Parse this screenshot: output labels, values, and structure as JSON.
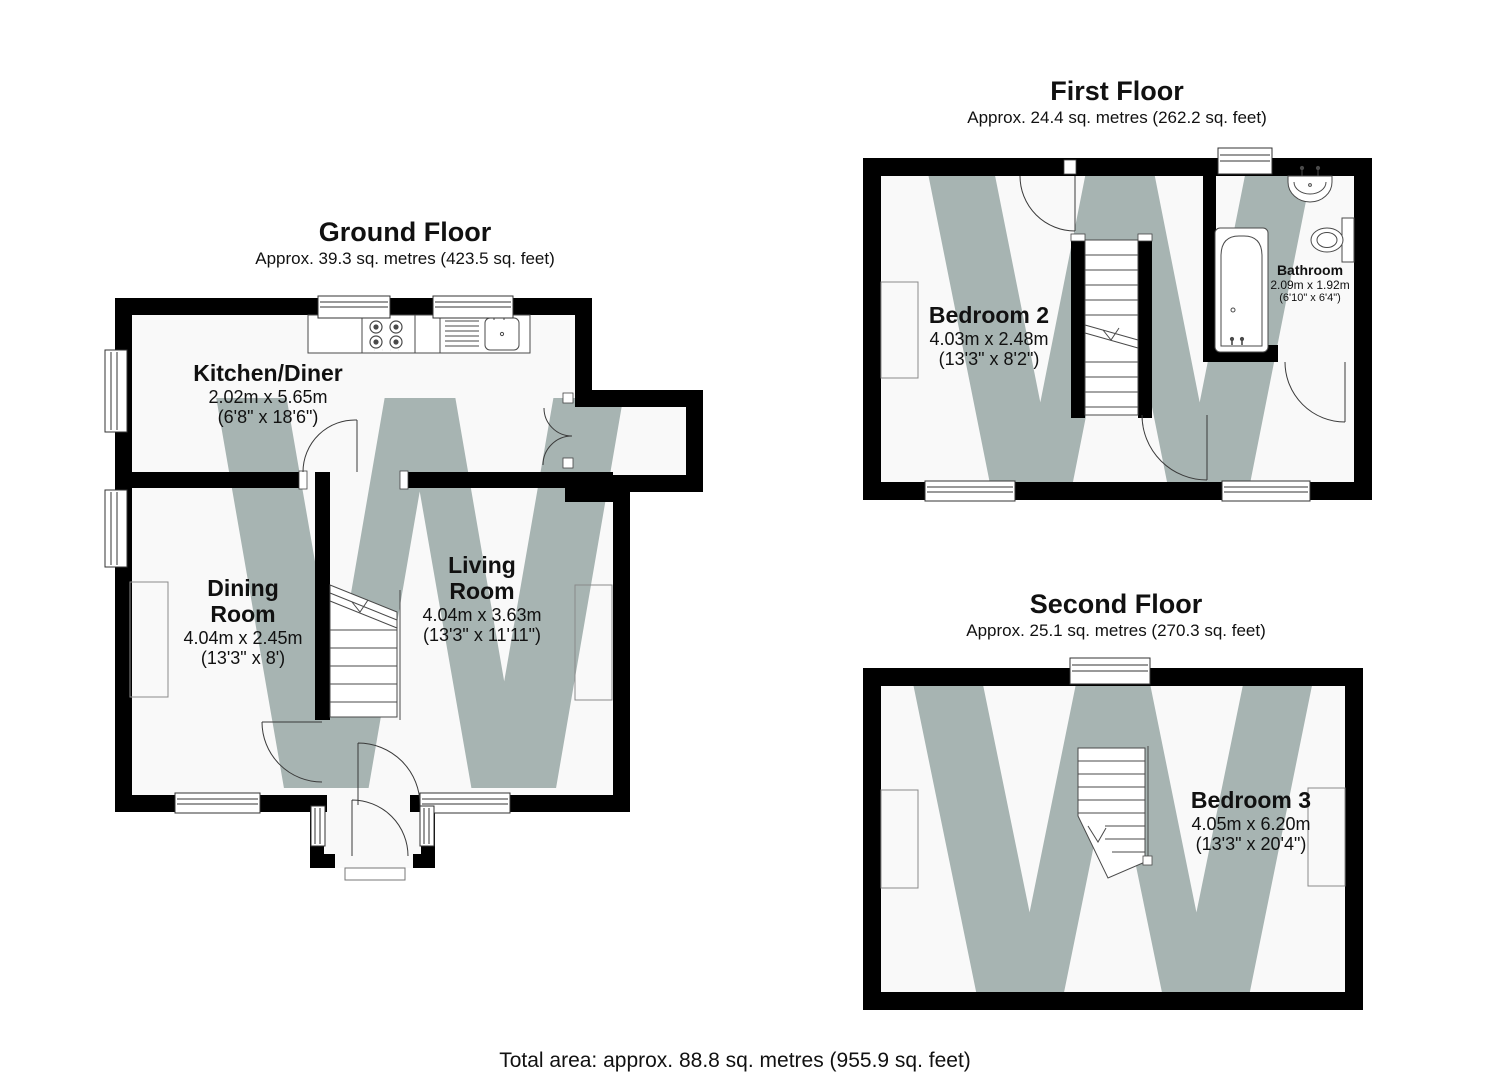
{
  "page": {
    "background": "#ffffff"
  },
  "colors": {
    "wall": "#000000",
    "floor": "#f9f9f9",
    "watermark": "#a7b4b2"
  },
  "watermark": {
    "letter": "W"
  },
  "footer": {
    "total_area": "Total area: approx. 88.8 sq. metres (955.9 sq. feet)"
  },
  "floors": {
    "ground": {
      "title": "Ground Floor",
      "area": "Approx. 39.3 sq. metres (423.5 sq. feet)",
      "rooms": {
        "kitchen": {
          "name": "Kitchen/Diner",
          "metric": "2.02m x 5.65m",
          "imperial": "(6'8\" x 18'6\")"
        },
        "dining": {
          "line1": "Dining",
          "line2": "Room",
          "metric": "4.04m x 2.45m",
          "imperial": "(13'3\" x 8')"
        },
        "living": {
          "line1": "Living",
          "line2": "Room",
          "metric": "4.04m x 3.63m",
          "imperial": "(13'3\" x 11'11\")"
        }
      }
    },
    "first": {
      "title": "First Floor",
      "area": "Approx. 24.4 sq. metres (262.2 sq. feet)",
      "rooms": {
        "bedroom2": {
          "name": "Bedroom 2",
          "metric": "4.03m x 2.48m",
          "imperial": "(13'3\" x 8'2\")"
        },
        "bathroom": {
          "name": "Bathroom",
          "metric": "2.09m x 1.92m",
          "imperial": "(6'10\" x 6'4\")"
        }
      }
    },
    "second": {
      "title": "Second Floor",
      "area": "Approx. 25.1 sq. metres (270.3 sq. feet)",
      "rooms": {
        "bedroom3": {
          "name": "Bedroom 3",
          "metric": "4.05m x 6.20m",
          "imperial": "(13'3\" x 20'4\")"
        }
      }
    }
  }
}
